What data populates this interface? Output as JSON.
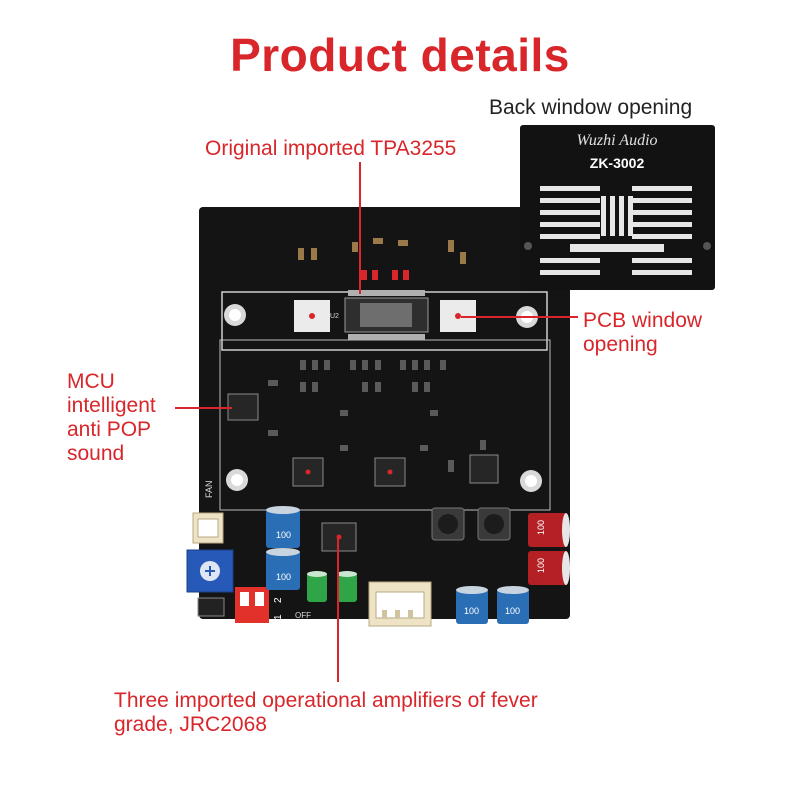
{
  "page": {
    "title": "Product details"
  },
  "callouts": {
    "tpa": "Original imported TPA3255",
    "back_window": "Back window opening",
    "pcb_window": "PCB window\nopening",
    "mcu": "MCU\nintelligent\nanti POP\nsound",
    "opamps": "Three imported operational amplifiers of fever\ngrade, JRC2068"
  },
  "back_plate": {
    "brand": "Wuzhi Audio",
    "model": "ZK-3002"
  },
  "board": {
    "fan_label": "FAN",
    "switch_labels": [
      "2",
      "1"
    ],
    "off_label": "OFF",
    "chip_u2": "U2",
    "caps": [
      {
        "id": "cap-1",
        "text": "100"
      },
      {
        "id": "cap-2",
        "text": "100"
      },
      {
        "id": "cap-3",
        "text": "100"
      },
      {
        "id": "cap-4",
        "text": "100"
      },
      {
        "id": "cap-5",
        "text": "100"
      },
      {
        "id": "cap-6",
        "text": "100"
      }
    ]
  },
  "colors": {
    "accent_red": "#d8262a",
    "pcb_black": "#141414",
    "silkscreen": "#d9d9d9"
  }
}
